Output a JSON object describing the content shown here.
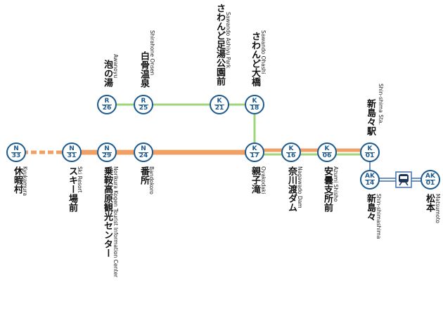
{
  "colors": {
    "main_line": "#f0a064",
    "branch_line": "#9fd67a",
    "dashed_line": "#f0a064",
    "station_ring": "#1d5a8e",
    "rail_line": "#3b6fb0"
  },
  "stations": {
    "n33": {
      "code": "N",
      "num": "33",
      "name_jp": "休暇村",
      "name_en": "Kyukamura"
    },
    "n31": {
      "code": "N",
      "num": "31",
      "name_jp": "スキー場前",
      "name_en": "Ski Resort"
    },
    "n29": {
      "code": "N",
      "num": "29",
      "name_jp": "乗鞍高原観光センター",
      "name_en": "Norikura Kogen Tourist Information Center"
    },
    "n24": {
      "code": "N",
      "num": "24",
      "name_jp": "番所",
      "name_en": "Bandokoro"
    },
    "k17": {
      "code": "K",
      "num": "17",
      "name_jp": "親子滝",
      "name_en": "Oyakodaki"
    },
    "k16": {
      "code": "K",
      "num": "16",
      "name_jp": "奈川渡ダム",
      "name_en": "Nagawado Dam"
    },
    "k06": {
      "code": "K",
      "num": "06",
      "name_jp": "安曇支所前",
      "name_en": "Azumi Shisho"
    },
    "k01": {
      "code": "K",
      "num": "01",
      "name_jp": "新島々駅",
      "name_en": "Shin-shima Sta."
    },
    "r26": {
      "code": "R",
      "num": "26",
      "name_jp": "泡の湯",
      "name_en": "Awanoyu"
    },
    "r25": {
      "code": "R",
      "num": "25",
      "name_jp": "白骨温泉",
      "name_en": "Shirahone Onsen"
    },
    "k21": {
      "code": "K",
      "num": "21",
      "name_jp": "さわんど足湯公園前",
      "name_en": "Sawando Ashiyu Park"
    },
    "k18": {
      "code": "K",
      "num": "18",
      "name_jp": "さわんど大橋",
      "name_en": "Sawando Ohashi"
    },
    "ak14": {
      "code": "AK",
      "num": "14",
      "name_jp": "新島々",
      "name_en": "Shin-shimashima"
    },
    "ak01": {
      "code": "AK",
      "num": "01",
      "name_jp": "松本",
      "name_en": "Matsumoto"
    }
  },
  "icons": {
    "train": "train-icon"
  }
}
